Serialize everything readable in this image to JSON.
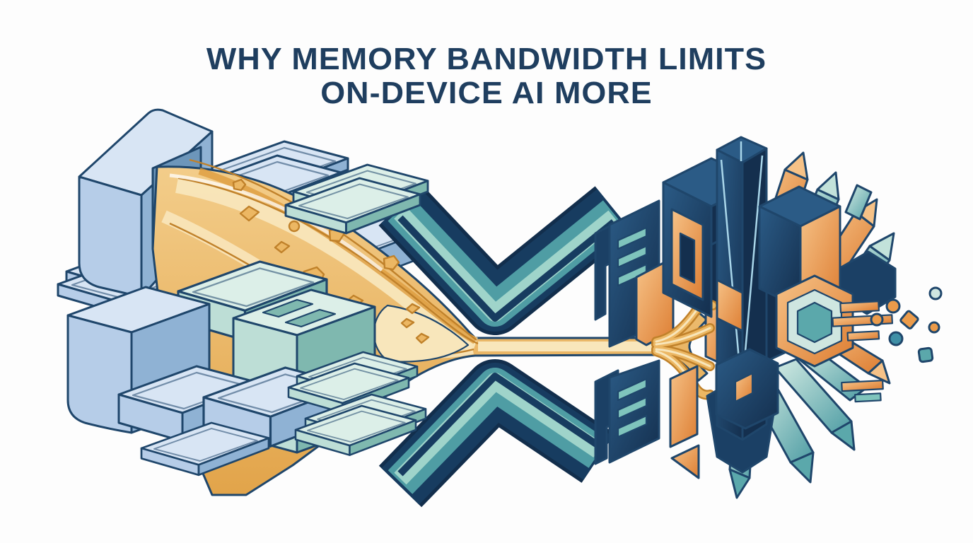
{
  "title": {
    "line1": "WHY MEMORY BANDWIDTH LIMITS",
    "line2": "ON-DEVICE AI MORE"
  },
  "colors": {
    "background": "#fdfdfd",
    "title_text": "#1f3e5f",
    "outline": "#1f466b",
    "memory_blue_top": "#d8e5f4",
    "memory_blue_face": "#b6cde8",
    "memory_blue_side": "#8fb2d4",
    "memory_teal_top": "#dcefe8",
    "memory_teal_face": "#bdded6",
    "memory_teal_side": "#7fb8af",
    "memory_interior": "#6d96ba",
    "stream_gold": "#ecb763",
    "stream_gold_deep": "#dd9c3f",
    "stream_gold_light": "#f8e6bb",
    "stream_outline": "#c0812a",
    "funnel_navy": "#173c60",
    "funnel_navy_dark": "#122e4c",
    "funnel_teal": "#4f9da4",
    "funnel_teal_light": "#9fd4ca",
    "chip_navy": "#1b4065",
    "chip_navy_dark": "#142f4e",
    "chip_navy_light": "#2b5b86",
    "chip_orange": "#e8923f",
    "chip_orange_light": "#f6c287",
    "crystal_teal": "#5ba8ab",
    "crystal_teal_light": "#c2e2da",
    "accent_teal_dash": "#7fc4bc",
    "tower_highlight": "#a9d6ea",
    "particle_orange": "#eb9b4a",
    "particle_teal": "#3f8fa6",
    "particle_teal_light": "#cfe6e0"
  },
  "scene": {
    "left_cluster": "memory-module-stacks",
    "stream": "golden-data-stream",
    "center": "bandwidth-bottleneck-funnel",
    "right": "on-device-ai-chip",
    "far_right": "output-token-particles"
  }
}
